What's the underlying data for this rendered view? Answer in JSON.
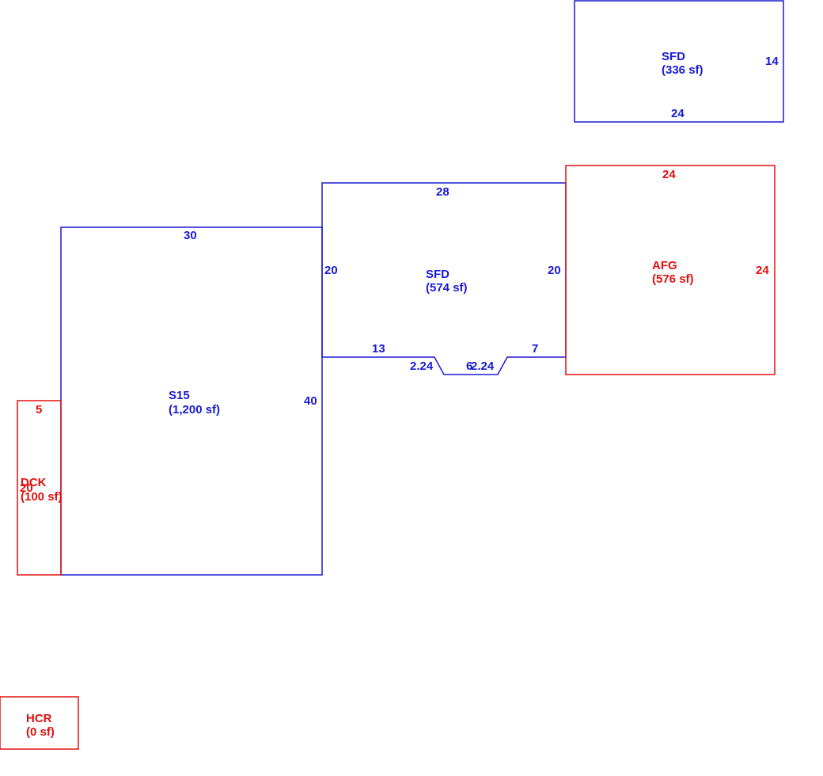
{
  "colors": {
    "living_area": "#1a1ad4",
    "other_area": "#e01010"
  },
  "areas": [
    {
      "id": "s15",
      "code": "S15",
      "area": "(1,200 sf)",
      "color": "living_area"
    },
    {
      "id": "sfd-main",
      "code": "SFD",
      "area": "(574 sf)",
      "color": "living_area"
    },
    {
      "id": "sfd-upper",
      "code": "SFD",
      "area": "(336 sf)",
      "color": "living_area"
    },
    {
      "id": "afg",
      "code": "AFG",
      "area": "(576 sf)",
      "color": "other_area"
    },
    {
      "id": "dck",
      "code": "DCK",
      "area": "(100 sf)",
      "color": "other_area"
    },
    {
      "id": "hcr",
      "code": "HCR",
      "area": "(0 sf)",
      "color": "other_area"
    }
  ],
  "dimensions": {
    "s15_top": "30",
    "s15_right": "40",
    "sfd_main_top": "28",
    "sfd_main_left": "20",
    "sfd_main_right": "20",
    "sfd_main_bottom_left": "13",
    "sfd_main_bottom_right": "7",
    "sfd_main_bay_left": "2.24",
    "sfd_main_bay_bottom": "6",
    "sfd_main_bay_right": "2.24",
    "sfd_upper_right": "14",
    "sfd_upper_bottom": "24",
    "afg_top": "24",
    "afg_right": "24",
    "dck_top": "5",
    "dck_left": "20"
  }
}
